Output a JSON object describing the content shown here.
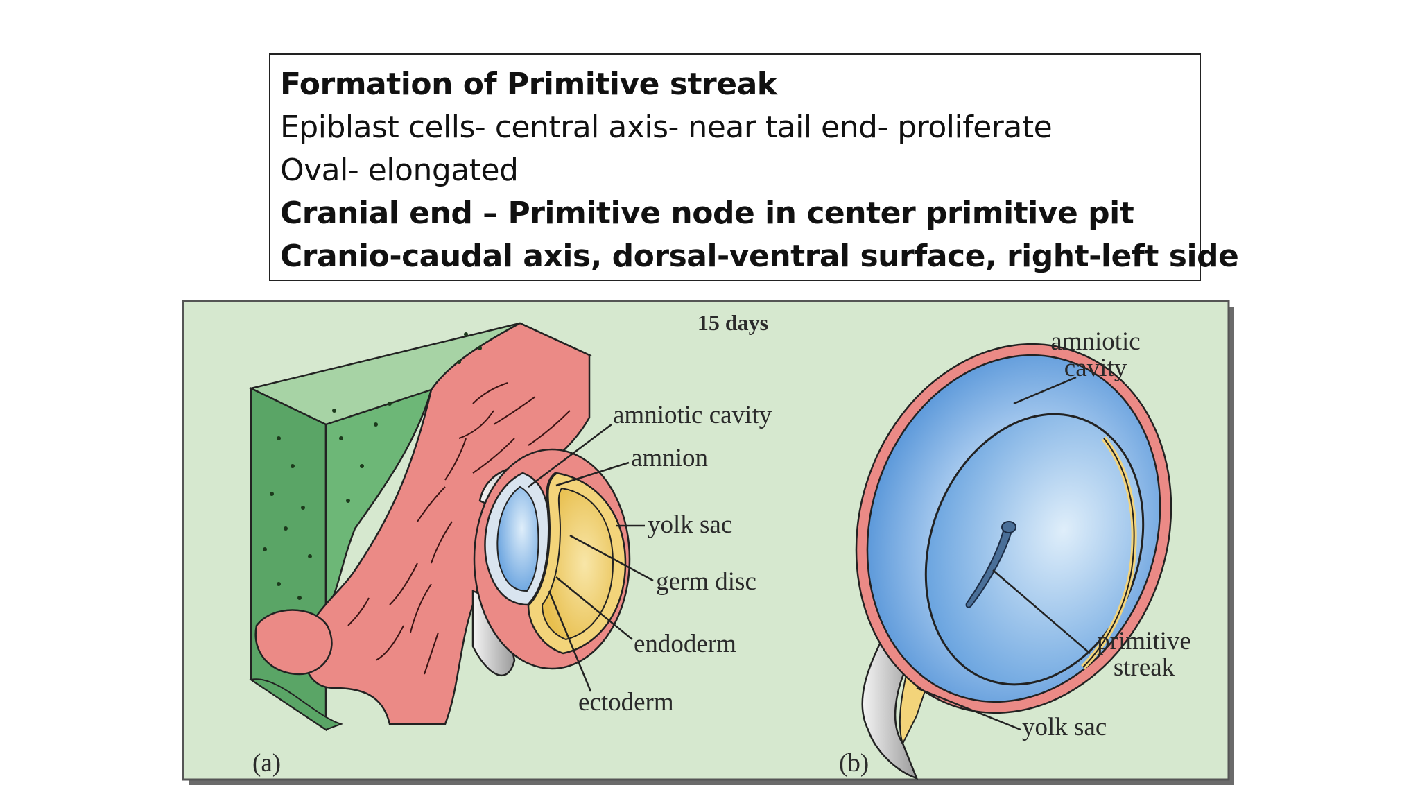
{
  "text_box": {
    "title": "Formation of Primitive streak",
    "line1": "Epiblast cells- central axis- near tail end- proliferate",
    "line2": "Oval- elongated",
    "line3": "Cranial end – Primitive node in center primitive pit",
    "line4": "Cranio-caudal axis, dorsal-ventral surface, right-left side"
  },
  "figure": {
    "heading": "15 days",
    "panel_a": {
      "tag": "(a)",
      "labels": {
        "amniotic_cavity": "amniotic cavity",
        "amnion": "amnion",
        "yolk_sac": "yolk sac",
        "germ_disc": "germ disc",
        "endoderm": "endoderm",
        "ectoderm": "ectoderm"
      }
    },
    "panel_b": {
      "tag": "(b)",
      "labels": {
        "amniotic_line1": "amniotic",
        "amniotic_line2": "cavity",
        "primitive_line1": "primitive",
        "primitive_line2": "streak",
        "yolk_sac": "yolk sac"
      }
    },
    "colors": {
      "background": "#d6e8cf",
      "tissue_green": "#6fb27a",
      "tissue_pink": "#eb8a86",
      "amniotic_blue": "#7aaee0",
      "yolk_yellow": "#f3d47a",
      "sac_gray": "#c9c9c9"
    }
  }
}
